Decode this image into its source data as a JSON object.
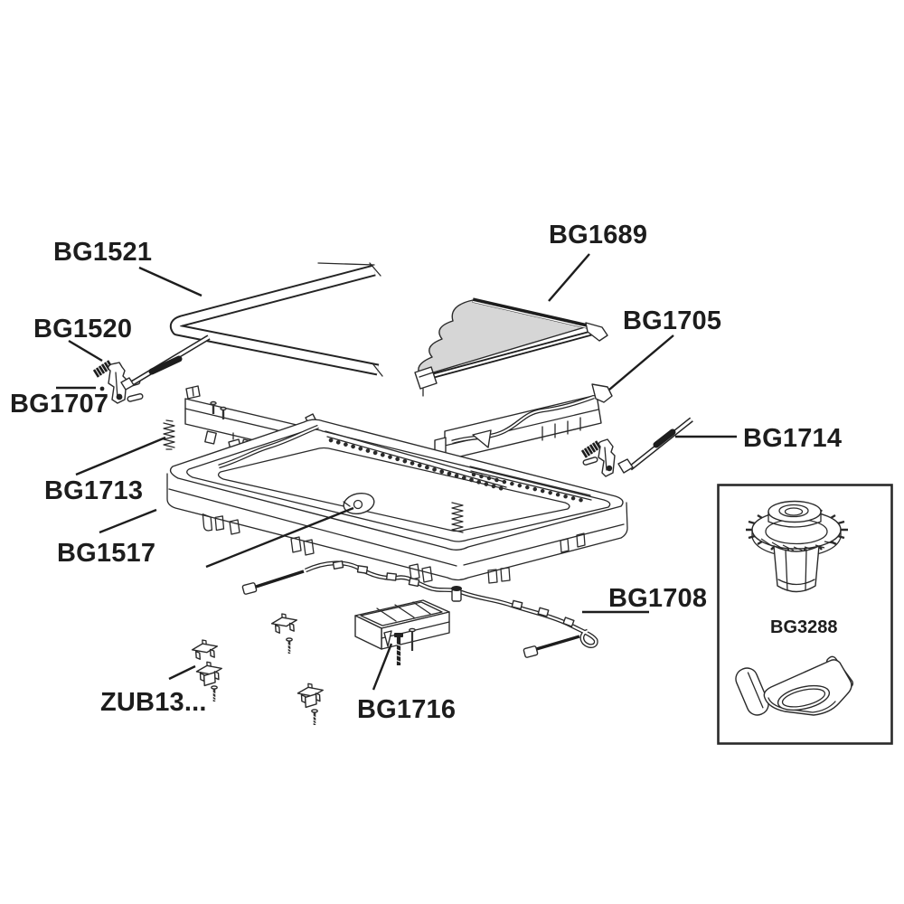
{
  "figure": {
    "type": "exploded-parts-diagram",
    "background": "#ffffff",
    "line_color": "#1d1d1d",
    "shade_fill": "#d6d6d6",
    "labels": {
      "bg1521": "BG1521",
      "bg1520": "BG1520",
      "bg1707": "BG1707",
      "bg1713": "BG1713",
      "bg1517": "BG1517",
      "bg1689": "BG1689",
      "bg1705": "BG1705",
      "bg1714": "BG1714",
      "bg1708": "BG1708",
      "bg1716": "BG1716",
      "zub13": "ZUB13...",
      "bg3288": "BG3288"
    }
  }
}
